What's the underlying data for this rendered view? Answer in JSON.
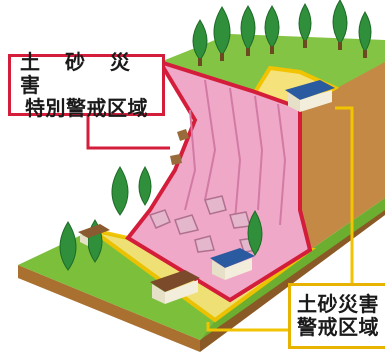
{
  "special_zone_label": {
    "line1": "土 砂 災 害",
    "line2": "特別警戒区域"
  },
  "warning_zone_label": {
    "line1": "土砂災害",
    "line2": "警戒区域"
  },
  "colors": {
    "special_zone_border": "#d41d3b",
    "special_zone_fill": "#f0a8c8",
    "warning_zone_border": "#f2c300",
    "grass": "#7bbf3a",
    "soil": "#b07a3a",
    "tree": "#2f8f3a",
    "house_roof_blue": "#2a5aa0",
    "house_roof_brown": "#7a4a2a"
  },
  "icons": [
    "tree-icon",
    "house-icon",
    "boulder-icon"
  ]
}
